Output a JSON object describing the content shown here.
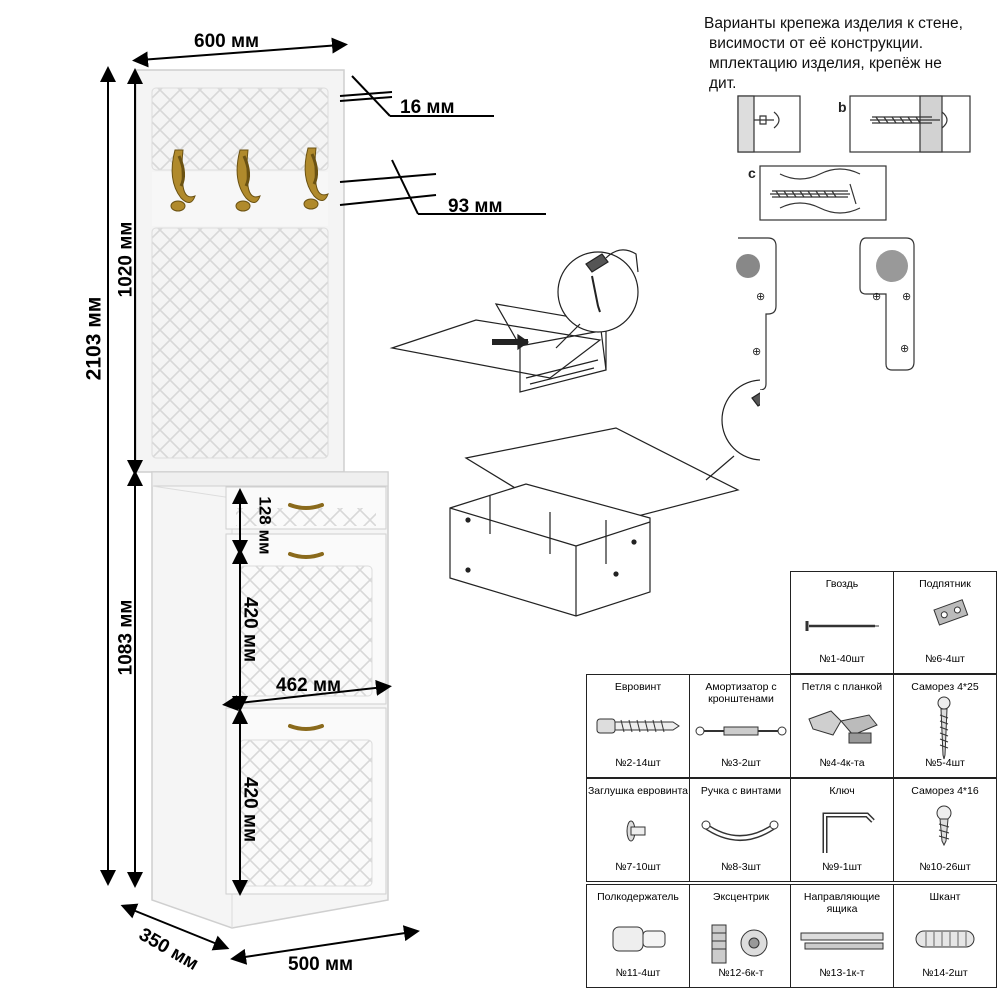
{
  "dimensions": {
    "top_width": "600 мм",
    "panel_depth": "16 мм",
    "hook_offset": "93 мм",
    "total_height": "2103 мм",
    "panel_height": "1020 мм",
    "cabinet_height": "1083 мм",
    "drawer_height": "128 мм",
    "door1_height": "420 мм",
    "door2_height": "420 мм",
    "inner_width": "462 мм",
    "depth": "350 мм",
    "bottom_width": "500 мм"
  },
  "mounting_notes": {
    "lines": [
      "Варианты крепежа изделия к стене,",
      "висимости от её конструкции.",
      "мплектацию изделия, крепёж  не",
      "дит."
    ],
    "option_b": "b",
    "option_c": "c"
  },
  "parts": [
    {
      "name": "Гвоздь",
      "qty": "№1-40шт",
      "icon": "nail-icon"
    },
    {
      "name": "Подпятник",
      "qty": "№6-4шт",
      "icon": "foot-pad-icon"
    },
    {
      "name": "Евровинт",
      "qty": "№2-14шт",
      "icon": "euro-screw-icon"
    },
    {
      "name": "Амортизатор с кронштенами",
      "qty": "№3-2шт",
      "icon": "gas-spring-icon"
    },
    {
      "name": "Петля с планкой",
      "qty": "№4-4к-та",
      "icon": "hinge-icon"
    },
    {
      "name": "Саморез 4*25",
      "qty": "№5-4шт",
      "icon": "screw-long-icon"
    },
    {
      "name": "Заглушка евровинта",
      "qty": "№7-10шт",
      "icon": "screw-cap-icon"
    },
    {
      "name": "Ручка с винтами",
      "qty": "№8-3шт",
      "icon": "handle-icon"
    },
    {
      "name": "Ключ",
      "qty": "№9-1шт",
      "icon": "hex-key-icon"
    },
    {
      "name": "Саморез 4*16",
      "qty": "№10-26шт",
      "icon": "screw-short-icon"
    },
    {
      "name": "Полкодержатель",
      "qty": "№11-4шт",
      "icon": "shelf-support-icon"
    },
    {
      "name": "Эксцентрик",
      "qty": "№12-6к-т",
      "icon": "cam-lock-icon"
    },
    {
      "name": "Направляющие ящика",
      "qty": "№13-1к-т",
      "icon": "drawer-slide-icon"
    },
    {
      "name": "Шкант",
      "qty": "№14-2шт",
      "icon": "dowel-icon"
    }
  ]
}
